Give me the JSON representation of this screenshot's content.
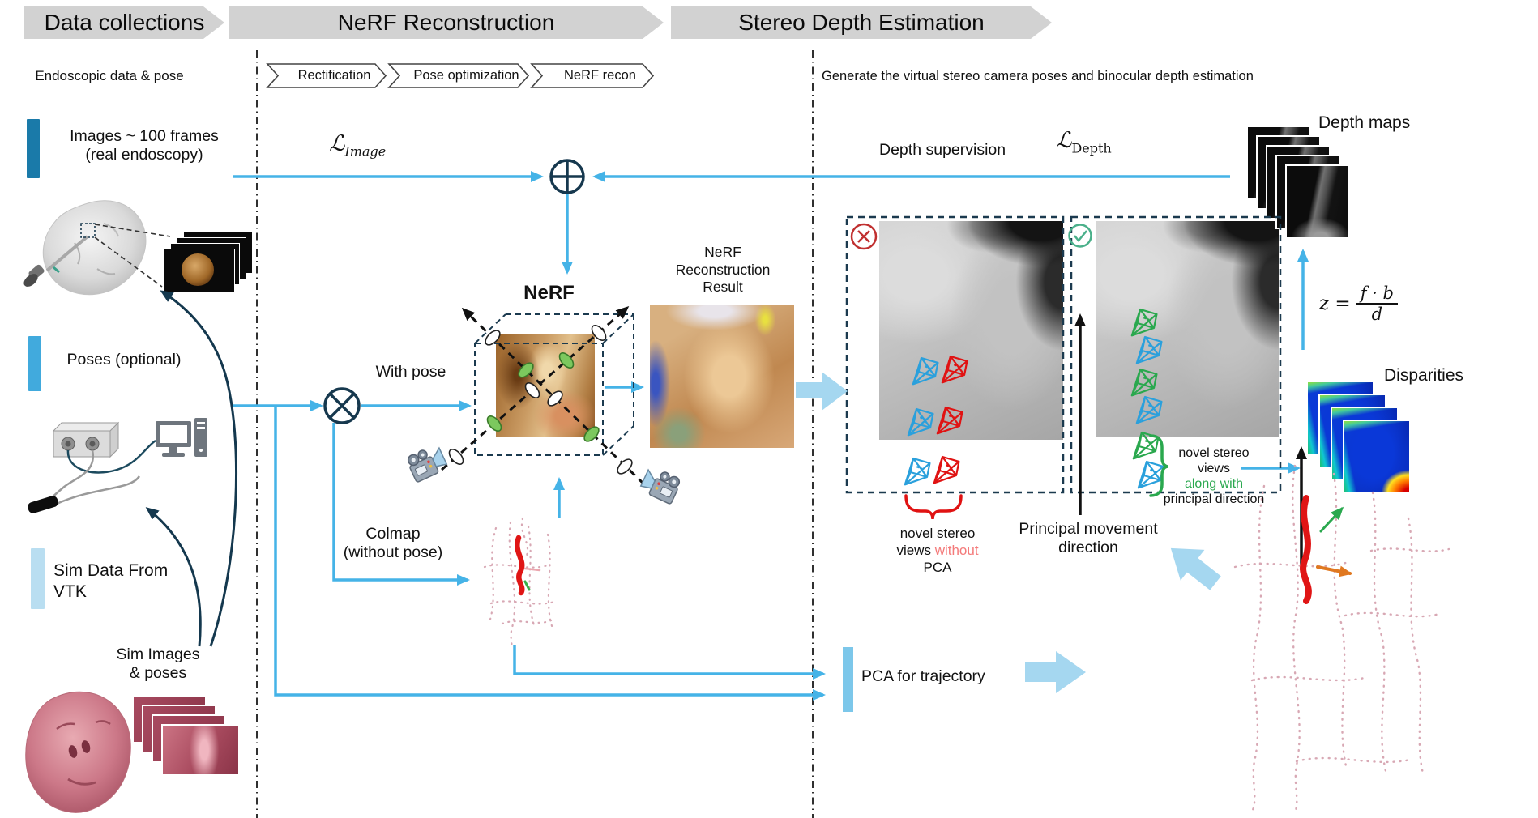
{
  "colors": {
    "flow_blue": "#45b3e7",
    "block_arrow_blue": "#a5d7f0",
    "navy": "#16384e",
    "header_gray": "#d2d2d2",
    "bar_dark_blue": "#1a7aa9",
    "bar_mid_blue": "#41aadd",
    "bar_light_blue": "#b9def1",
    "error_red": "#c03030",
    "ok_green": "#4ab08a",
    "frustum_red": "#e01212",
    "frustum_blue": "#2aa0dc",
    "frustum_green": "#2aa84e",
    "highlight_red": "#f47a7a",
    "highlight_green": "#2aa84e"
  },
  "icons": {
    "merge_node": "circle-plus",
    "combine_node": "circle-times",
    "rejected_badge": "circled-x",
    "accepted_badge": "circled-check",
    "camera": "video-camera"
  },
  "header": {
    "sections": [
      {
        "label": "Data collections"
      },
      {
        "label": "NeRF Reconstruction"
      },
      {
        "label": "Stereo Depth Estimation"
      }
    ]
  },
  "left": {
    "subtitle": "Endoscopic data & pose",
    "images_label": "Images ~ 100 frames\n(real endoscopy)",
    "poses_label": "Poses (optional)",
    "sim_data_label": "Sim Data From\nVTK",
    "sim_images_label": "Sim Images\n& poses"
  },
  "nerf_section": {
    "steps": [
      {
        "label": "Rectification"
      },
      {
        "label": "Pose optimization"
      },
      {
        "label": "NeRF recon"
      }
    ],
    "image_loss_symbol": "ℒ",
    "image_loss_sub": "Image",
    "with_pose_label": "With pose",
    "colmap_label": "Colmap\n(without pose)",
    "nerf_label": "NeRF",
    "result_label": "NeRF\nReconstruction\nResult"
  },
  "stereo_section": {
    "subtitle": "Generate the virtual stereo camera poses and binocular depth estimation",
    "depth_supervision_label": "Depth supervision",
    "depth_loss_symbol": "ℒ",
    "depth_loss_sub": "Depth",
    "depth_maps_label": "Depth maps",
    "formula": {
      "lhs": "z =",
      "numerator": "f · b",
      "denominator": "d"
    },
    "disparities_label": "Disparities",
    "panel_without_pca": {
      "line1": "novel stereo",
      "line2_prefix": "views",
      "line2_highlight": "without",
      "line3": "PCA"
    },
    "principal_direction_label": "Principal movement\ndirection",
    "panel_with_pca": {
      "line1": "novel stereo views",
      "line2_highlight": "along with",
      "line3": "principal direction"
    },
    "pca_label": "PCA for trajectory"
  }
}
